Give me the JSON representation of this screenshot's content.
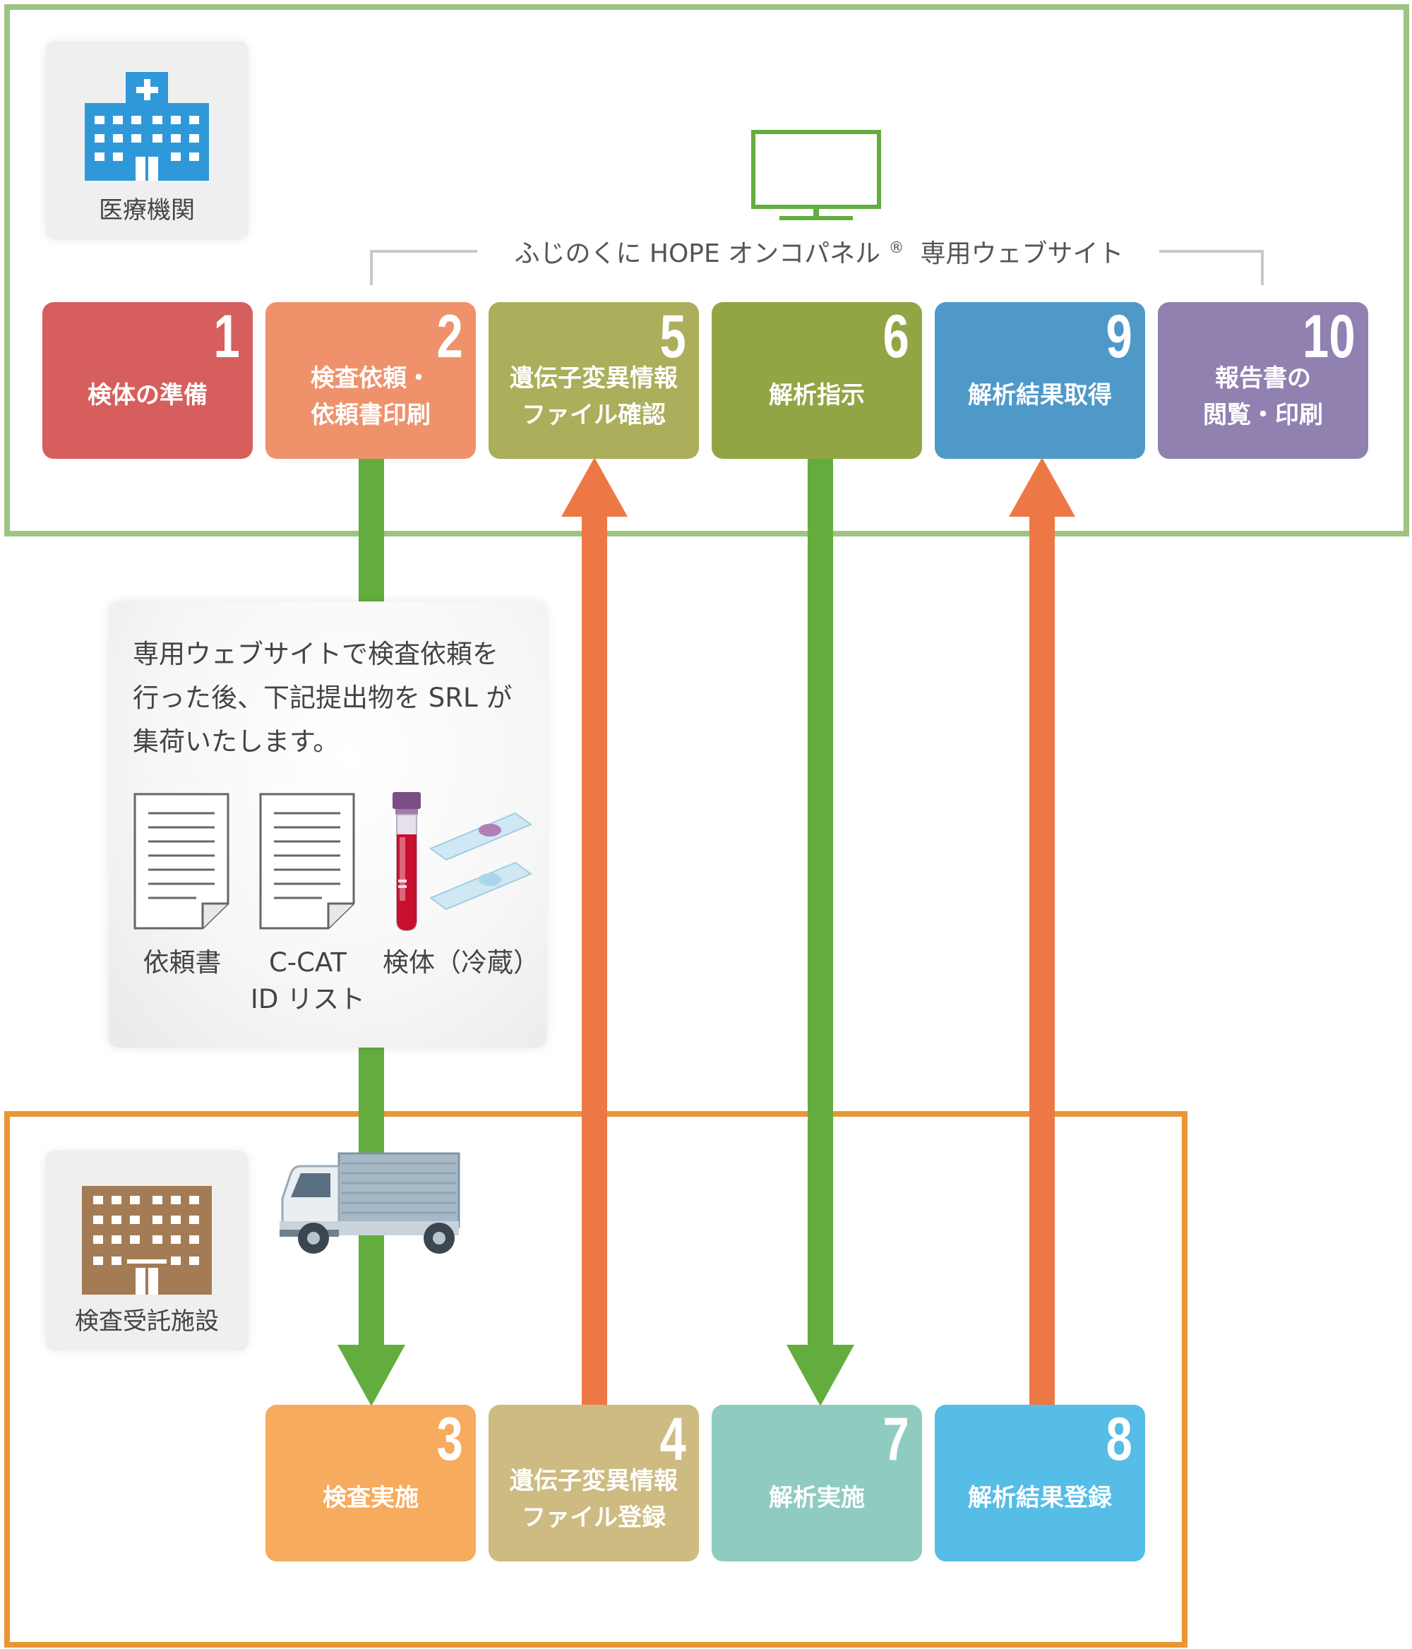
{
  "facilities": {
    "medical": {
      "label": "医療機関",
      "icon": "hospital-icon"
    },
    "lab": {
      "label": "検査受託施設",
      "icon": "lab-building-icon"
    }
  },
  "website": {
    "title_prefix": "ふじのくに HOPE オンコパネル",
    "title_reg": "®",
    "title_suffix": "専用ウェブサイト",
    "icon": "monitor-icon"
  },
  "steps_top": [
    {
      "num": "1",
      "line1": "検体の準備",
      "line2": "",
      "color": "#d65e5c"
    },
    {
      "num": "2",
      "line1": "検査依頼・",
      "line2": "依頼書印刷",
      "color": "#ef926b"
    },
    {
      "num": "5",
      "line1": "遺伝子変異情報",
      "line2": "ファイル確認",
      "color": "#abae5a"
    },
    {
      "num": "6",
      "line1": "解析指示",
      "line2": "",
      "color": "#92a545"
    },
    {
      "num": "9",
      "line1": "解析結果取得",
      "line2": "",
      "color": "#4f99c8"
    },
    {
      "num": "10",
      "line1": "報告書の",
      "line2": "閲覧・印刷",
      "color": "#9081b1"
    }
  ],
  "steps_bottom": [
    {
      "num": "3",
      "line1": "検査実施",
      "line2": "",
      "color": "#f7ab5e"
    },
    {
      "num": "4",
      "line1": "遺伝子変異情報",
      "line2": "ファイル登録",
      "color": "#cdbb82"
    },
    {
      "num": "7",
      "line1": "解析実施",
      "line2": "",
      "color": "#90cbc0"
    },
    {
      "num": "8",
      "line1": "解析結果登録",
      "line2": "",
      "color": "#55bde6"
    }
  ],
  "note": {
    "line1": "専用ウェブサイトで検査依頼を",
    "line2": "行った後、下記提出物を SRL が",
    "line3": "集荷いたします。",
    "items": [
      {
        "line1": "依頼書",
        "line2": "",
        "icon": "document-icon"
      },
      {
        "line1": "C-CAT",
        "line2": "ID リスト",
        "icon": "document-icon"
      },
      {
        "line1": "検体（冷蔵）",
        "line2": "",
        "icon": "test-tube-icon"
      }
    ]
  },
  "arrows": [
    {
      "from": "2",
      "to": "3",
      "direction": "down",
      "color": "#62ad3d"
    },
    {
      "from": "4",
      "to": "5",
      "direction": "up",
      "color": "#ee7845"
    },
    {
      "from": "6",
      "to": "7",
      "direction": "down",
      "color": "#62ad3d"
    },
    {
      "from": "8",
      "to": "9",
      "direction": "up",
      "color": "#ee7845"
    }
  ],
  "vehicle": {
    "icon": "truck-icon"
  }
}
